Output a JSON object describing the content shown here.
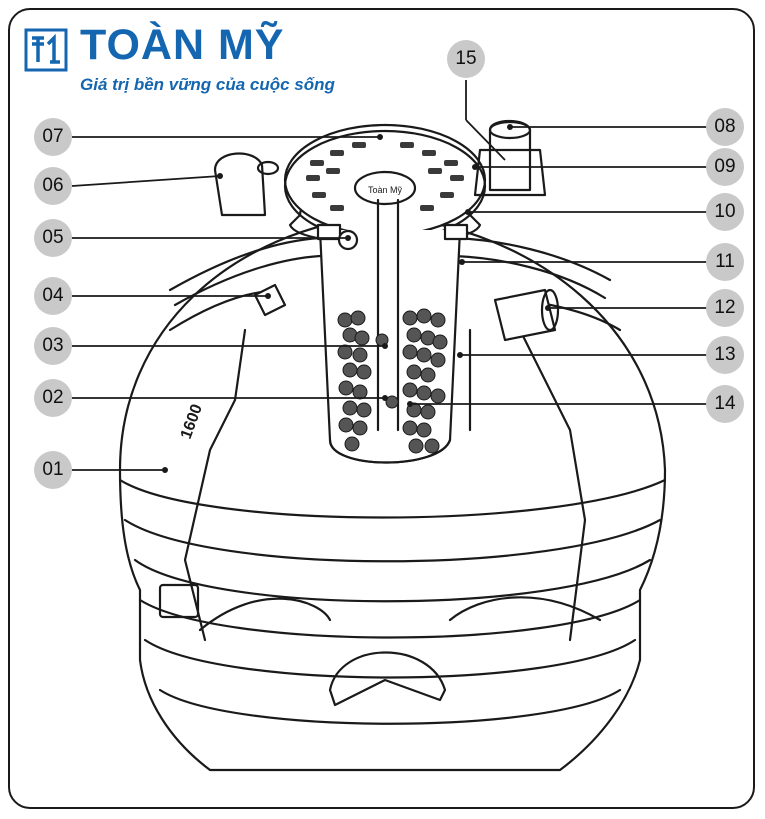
{
  "brand": {
    "name": "TOÀN MỸ",
    "tagline": "Giá trị bền vững của cuộc sống",
    "color": "#1466b0"
  },
  "diagram": {
    "tank_marking": "1600",
    "lid_marking": "Toàn Mỹ"
  },
  "callouts": [
    "01",
    "02",
    "03",
    "04",
    "05",
    "06",
    "07",
    "08",
    "09",
    "10",
    "11",
    "12",
    "13",
    "14",
    "15"
  ],
  "colors": {
    "badge": "#c9c9c9",
    "line": "#1a1a1a"
  }
}
